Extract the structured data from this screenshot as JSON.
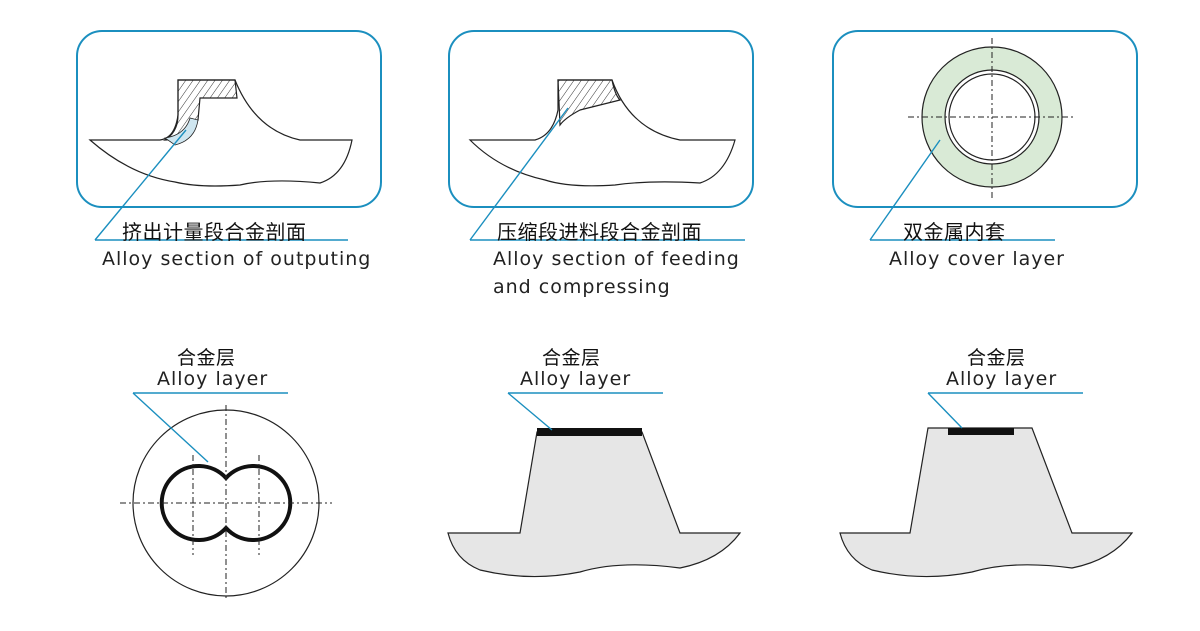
{
  "panels": [
    {
      "zh": "挤出计量段合金剖面",
      "en": [
        "Alloy section of outputing"
      ]
    },
    {
      "zh": "压缩段进料段合金剖面",
      "en": [
        "Alloy section of feeding",
        "and compressing"
      ]
    },
    {
      "zh": "双金属内套",
      "en": [
        "Alloy cover layer"
      ]
    }
  ],
  "bottom": [
    {
      "zh": "合金层",
      "en": "Alloy layer"
    },
    {
      "zh": "合金层",
      "en": "Alloy layer"
    },
    {
      "zh": "合金层",
      "en": "Alloy layer"
    }
  ],
  "colors": {
    "frame": "#1b8fbf",
    "fill": "#e6e6e6",
    "alloy": "#d9ead6",
    "leader": "#1b8fbf"
  }
}
